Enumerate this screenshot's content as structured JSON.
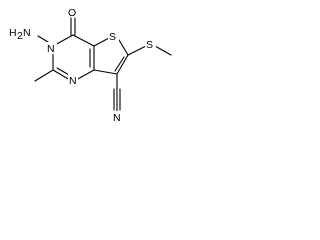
{
  "diagram": {
    "type": "chemical-structure",
    "atoms": [
      {
        "id": "N_amino_H",
        "label": "H",
        "sub": "2",
        "tail": "N"
      },
      {
        "id": "N3",
        "label": "N"
      },
      {
        "id": "O",
        "label": "O"
      },
      {
        "id": "S_ring",
        "label": "S"
      },
      {
        "id": "S_methylthio",
        "label": "S"
      },
      {
        "id": "N1",
        "label": "N"
      },
      {
        "id": "N_nitrile",
        "label": "N"
      }
    ],
    "colors": {
      "bond": "#000000",
      "text": "#000000",
      "background": "#ffffff"
    }
  }
}
